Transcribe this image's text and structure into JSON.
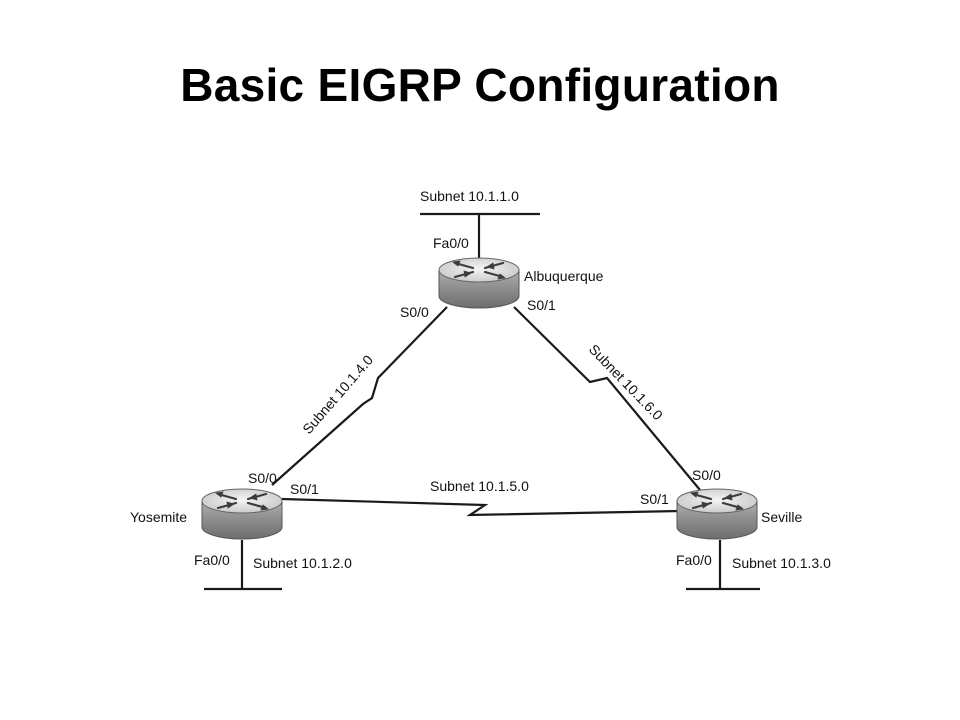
{
  "slide": {
    "title": "Basic EIGRP Configuration"
  },
  "routers": {
    "albuquerque": "Albuquerque",
    "yosemite": "Yosemite",
    "seville": "Seville"
  },
  "interfaces": {
    "albuquerque_fa": "Fa0/0",
    "albuquerque_s00": "S0/0",
    "albuquerque_s01": "S0/1",
    "yosemite_s00": "S0/0",
    "yosemite_s01": "S0/1",
    "yosemite_fa": "Fa0/0",
    "seville_s00": "S0/0",
    "seville_s01": "S0/1",
    "seville_fa": "Fa0/0"
  },
  "subnets": {
    "albuquerque_lan": "Subnet 10.1.1.0",
    "yosemite_lan": "Subnet 10.1.2.0",
    "seville_lan": "Subnet 10.1.3.0",
    "link_alb_yos": "Subnet 10.1.4.0",
    "link_yos_sev": "Subnet 10.1.5.0",
    "link_alb_sev": "Subnet 10.1.6.0"
  },
  "colors": {
    "router_top": "#e6e6e6",
    "router_side": "#8a8a8a",
    "line": "#1a1a1a"
  }
}
